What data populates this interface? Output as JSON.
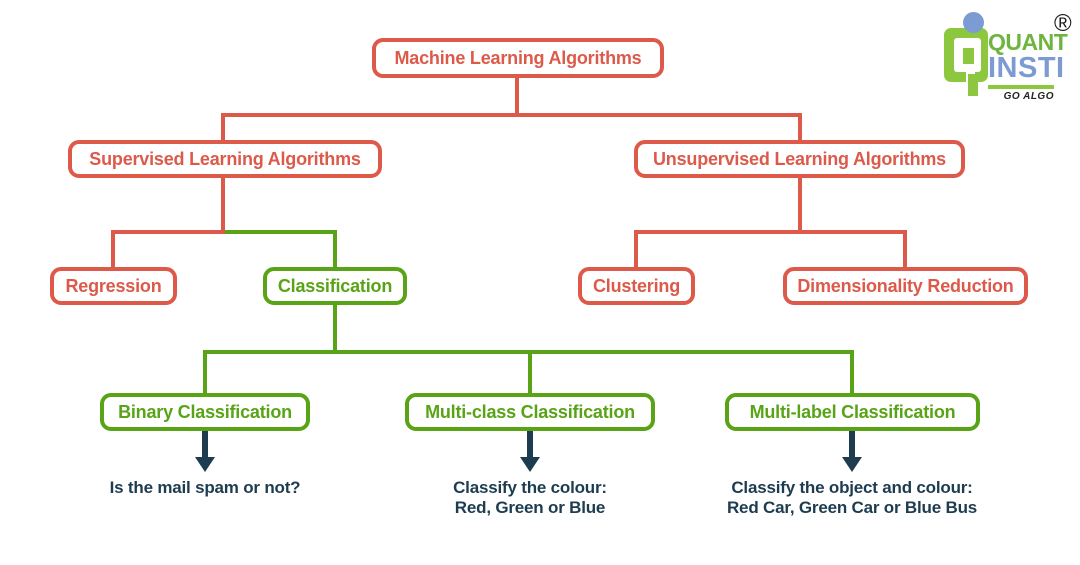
{
  "colors": {
    "red": "#DD5A4A",
    "green": "#58A416",
    "navy": "#1E3C50",
    "logo_green": "#8DC63F",
    "logo_blue": "#7B9BD2"
  },
  "diagram": {
    "root": {
      "label": "Machine Learning Algorithms"
    },
    "level1": [
      {
        "label": "Supervised Learning Algorithms"
      },
      {
        "label": "Unsupervised Learning Algorithms"
      }
    ],
    "level2": [
      {
        "label": "Regression",
        "parent": "Supervised Learning Algorithms",
        "color": "#DD5A4A"
      },
      {
        "label": "Classification",
        "parent": "Supervised Learning Algorithms",
        "color": "#58A416"
      },
      {
        "label": "Clustering",
        "parent": "Unsupervised Learning Algorithms",
        "color": "#DD5A4A"
      },
      {
        "label": "Dimensionality Reduction",
        "parent": "Unsupervised Learning Algorithms",
        "color": "#DD5A4A"
      }
    ],
    "level3": [
      {
        "label": "Binary Classification",
        "example_line1": "Is the mail spam or not?",
        "example_line2": ""
      },
      {
        "label": "Multi-class Classification",
        "example_line1": "Classify the colour:",
        "example_line2": "Red, Green or Blue"
      },
      {
        "label": "Multi-label Classification",
        "example_line1": "Classify the object and colour:",
        "example_line2": "Red Car, Green Car or Blue Bus"
      }
    ]
  },
  "logo": {
    "word1": "QUANT",
    "word2": "INSTI",
    "tagline": "GO ALGO",
    "registered": "®"
  }
}
